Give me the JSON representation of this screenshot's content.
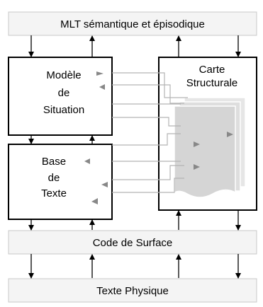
{
  "top_bar": {
    "label": "MLT sémantique et épisodique"
  },
  "situation_model": {
    "lines": [
      "Modèle",
      "de",
      "Situation"
    ]
  },
  "text_base": {
    "lines": [
      "Base",
      "de",
      "Texte"
    ]
  },
  "structural_map": {
    "lines": [
      "Carte",
      "Structurale"
    ]
  },
  "surface_code": {
    "label": "Code de Surface"
  },
  "physical_text": {
    "label": "Texte Physique"
  },
  "colors": {
    "box_fill_light": "#f4f4f4",
    "box_border": "#c8c8c8",
    "dark_border": "#000000",
    "stack_fill": "#d9d9d9",
    "connector": "#b4b4b4",
    "marker": "#888888"
  }
}
